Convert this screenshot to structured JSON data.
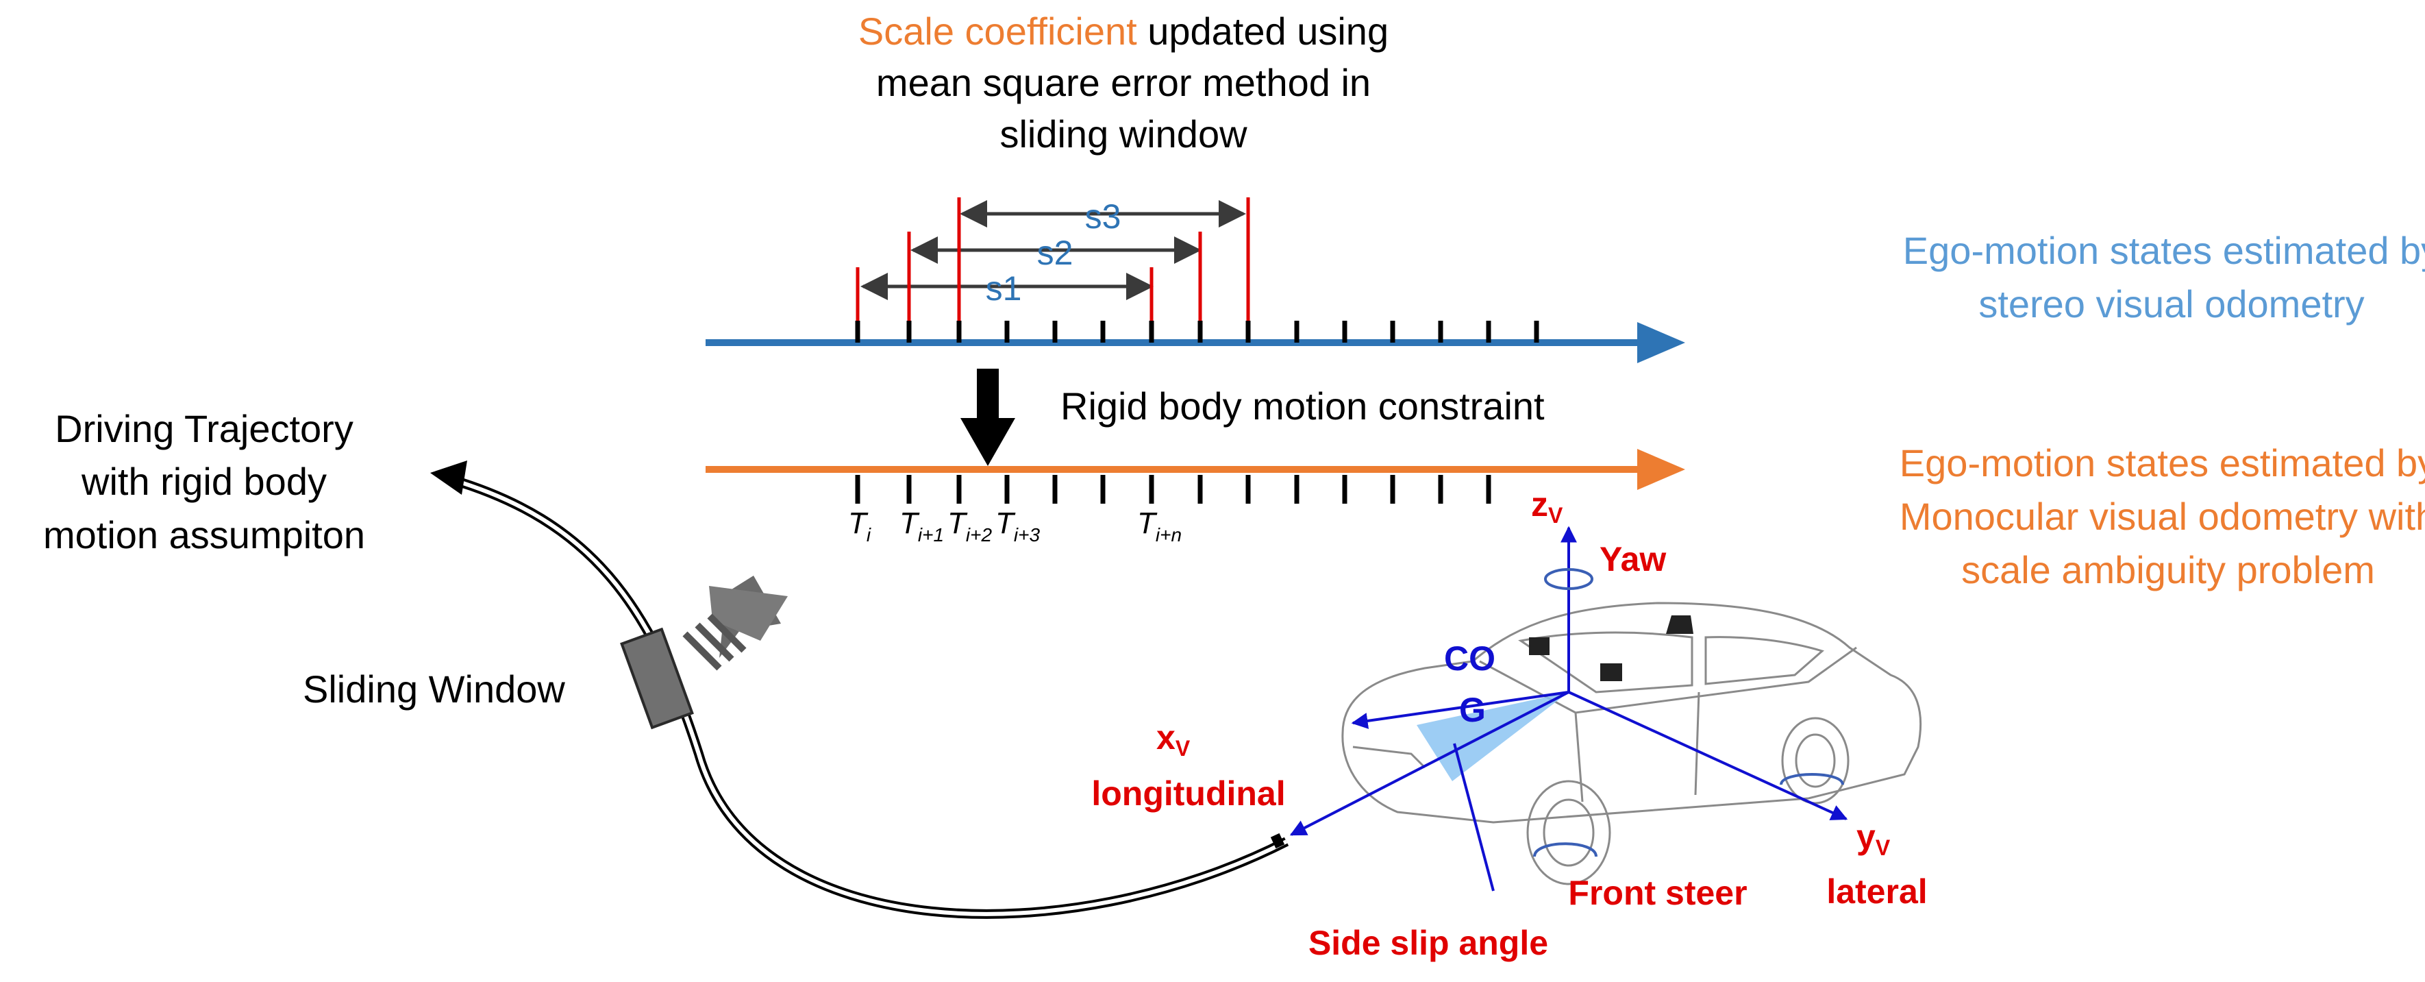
{
  "top_note": {
    "highlight": "Scale coefficient",
    "line1_rest": " updated using",
    "line2": "mean square error method in",
    "line3": "sliding window"
  },
  "windows": {
    "s1": "s1",
    "s2": "s2",
    "s3": "s3"
  },
  "stereo_label": {
    "line1": "Ego-motion states estimated by",
    "line2": "stereo visual odometry"
  },
  "constraint_label": "Rigid body motion constraint",
  "mono_label": {
    "line1": "Ego-motion states estimated by",
    "line2": "Monocular visual odometry with",
    "line3": "scale ambiguity problem"
  },
  "time_labels": {
    "ti": "T",
    "ti_sub": "i",
    "ti1": "T",
    "ti1_sub": "i+1",
    "ti2": "T",
    "ti2_sub": "i+2",
    "ti3": "T",
    "ti3_sub": "i+3",
    "tin": "T",
    "tin_sub": "i+n"
  },
  "trajectory_label": {
    "line1": "Driving Trajectory",
    "line2": "with rigid body",
    "line3": "motion assumpiton"
  },
  "sliding_window_label": "Sliding Window",
  "vehicle": {
    "zv": "z",
    "zv_sub": "V",
    "yaw": "Yaw",
    "cog1": "CO",
    "cog2": "G",
    "xv": "x",
    "xv_sub": "V",
    "longitudinal": "longitudinal",
    "yv": "y",
    "yv_sub": "V",
    "lateral": "lateral",
    "front_steer": "Front steer",
    "side_slip": "Side slip angle"
  },
  "colors": {
    "orange": "#ED7D31",
    "blue_axis": "#2E74B5",
    "light_blue_text": "#5B9BD5",
    "red": "#E00000",
    "vec_blue": "#1010D0",
    "gray": "#3A3A3A"
  }
}
